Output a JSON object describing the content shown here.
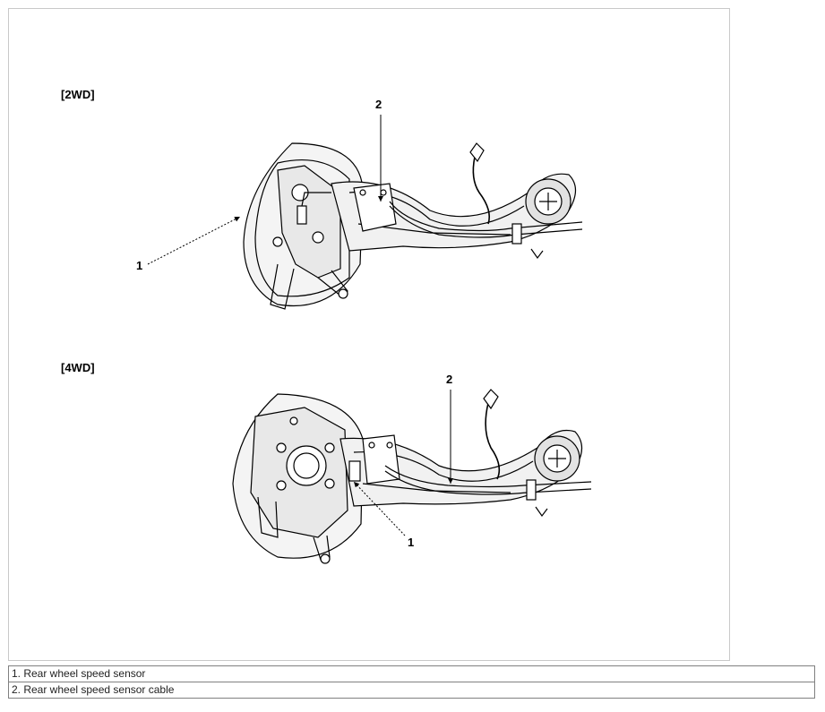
{
  "diagram": {
    "section_2wd_label": "[2WD]",
    "section_4wd_label": "[4WD]",
    "callouts_2wd": {
      "one": "1",
      "two": "2"
    },
    "callouts_4wd": {
      "one": "1",
      "two": "2"
    }
  },
  "legend": {
    "items": [
      "1. Rear wheel speed sensor",
      "2. Rear wheel speed sensor cable"
    ]
  }
}
